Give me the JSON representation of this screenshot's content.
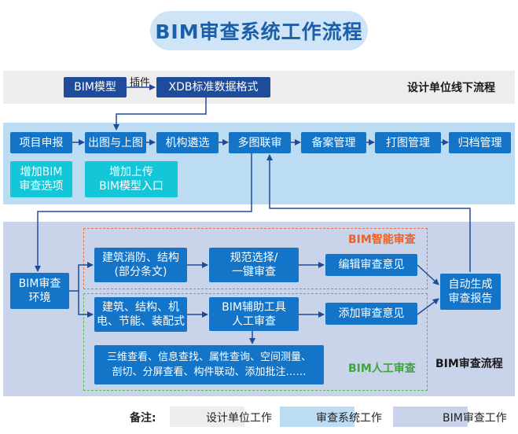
{
  "title": "BIM审查系统工作流程",
  "design_row": {
    "bim_model": "BIM模型",
    "plugin_label": "插件",
    "xdb": "XDB标准数据格式",
    "band_label": "设计单位线下流程"
  },
  "system_row": {
    "steps": [
      "项目申报",
      "出图与上图",
      "机构遴选",
      "多图联审",
      "备案管理",
      "打图管理",
      "归档管理"
    ],
    "add_bim_option": "增加BIM\n审查选项",
    "add_upload_entry": "增加上传\nBIM模型入口"
  },
  "review": {
    "env": "BIM审查\n环境",
    "smart_tag": "BIM智能审查",
    "smart_scope": "建筑消防、结构\n(部分条文)",
    "smart_select": "规范选择/\n一键审查",
    "smart_edit": "编辑审查意见",
    "manual_tag": "BIM人工审查",
    "manual_scope": "建筑、结构、机\n电、节能、装配式",
    "manual_tool": "BIM辅助工具\n人工审查",
    "manual_add": "添加审查意见",
    "manual_features": "三维查看、信息查找、属性查询、空间测量、\n剖切、分屏查看、构件联动、添加批注……",
    "auto_report": "自动生成\n审查报告",
    "band_label": "BIM审查流程"
  },
  "legend": {
    "label": "备注:",
    "items": [
      {
        "text": "设计单位工作",
        "color": "#ededed"
      },
      {
        "text": "审查系统工作",
        "color": "#bcdcf4"
      },
      {
        "text": "BIM审查工作",
        "color": "#c9d3ea"
      }
    ]
  },
  "colors": {
    "navy": "#1e4c9a",
    "blue": "#1474c8",
    "cyan": "#14c7d8",
    "smart_dash": "#e8734a",
    "manual_dash": "#5cb85c",
    "title_text": "#1b5fa8"
  }
}
